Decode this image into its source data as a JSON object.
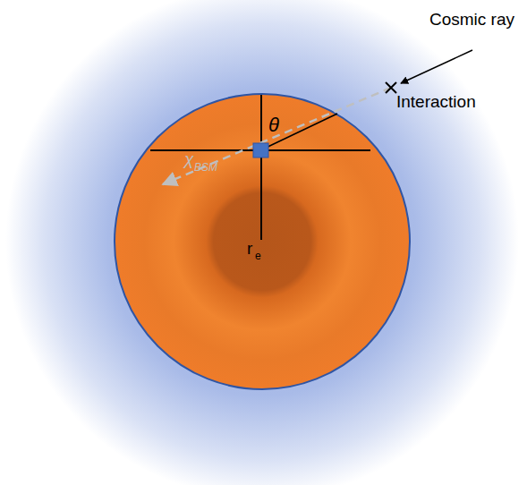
{
  "diagram": {
    "labels": [
      "Cosmic ray",
      "Interaction",
      "θ",
      "r",
      "e",
      "χ",
      "BSM"
    ]
  }
}
